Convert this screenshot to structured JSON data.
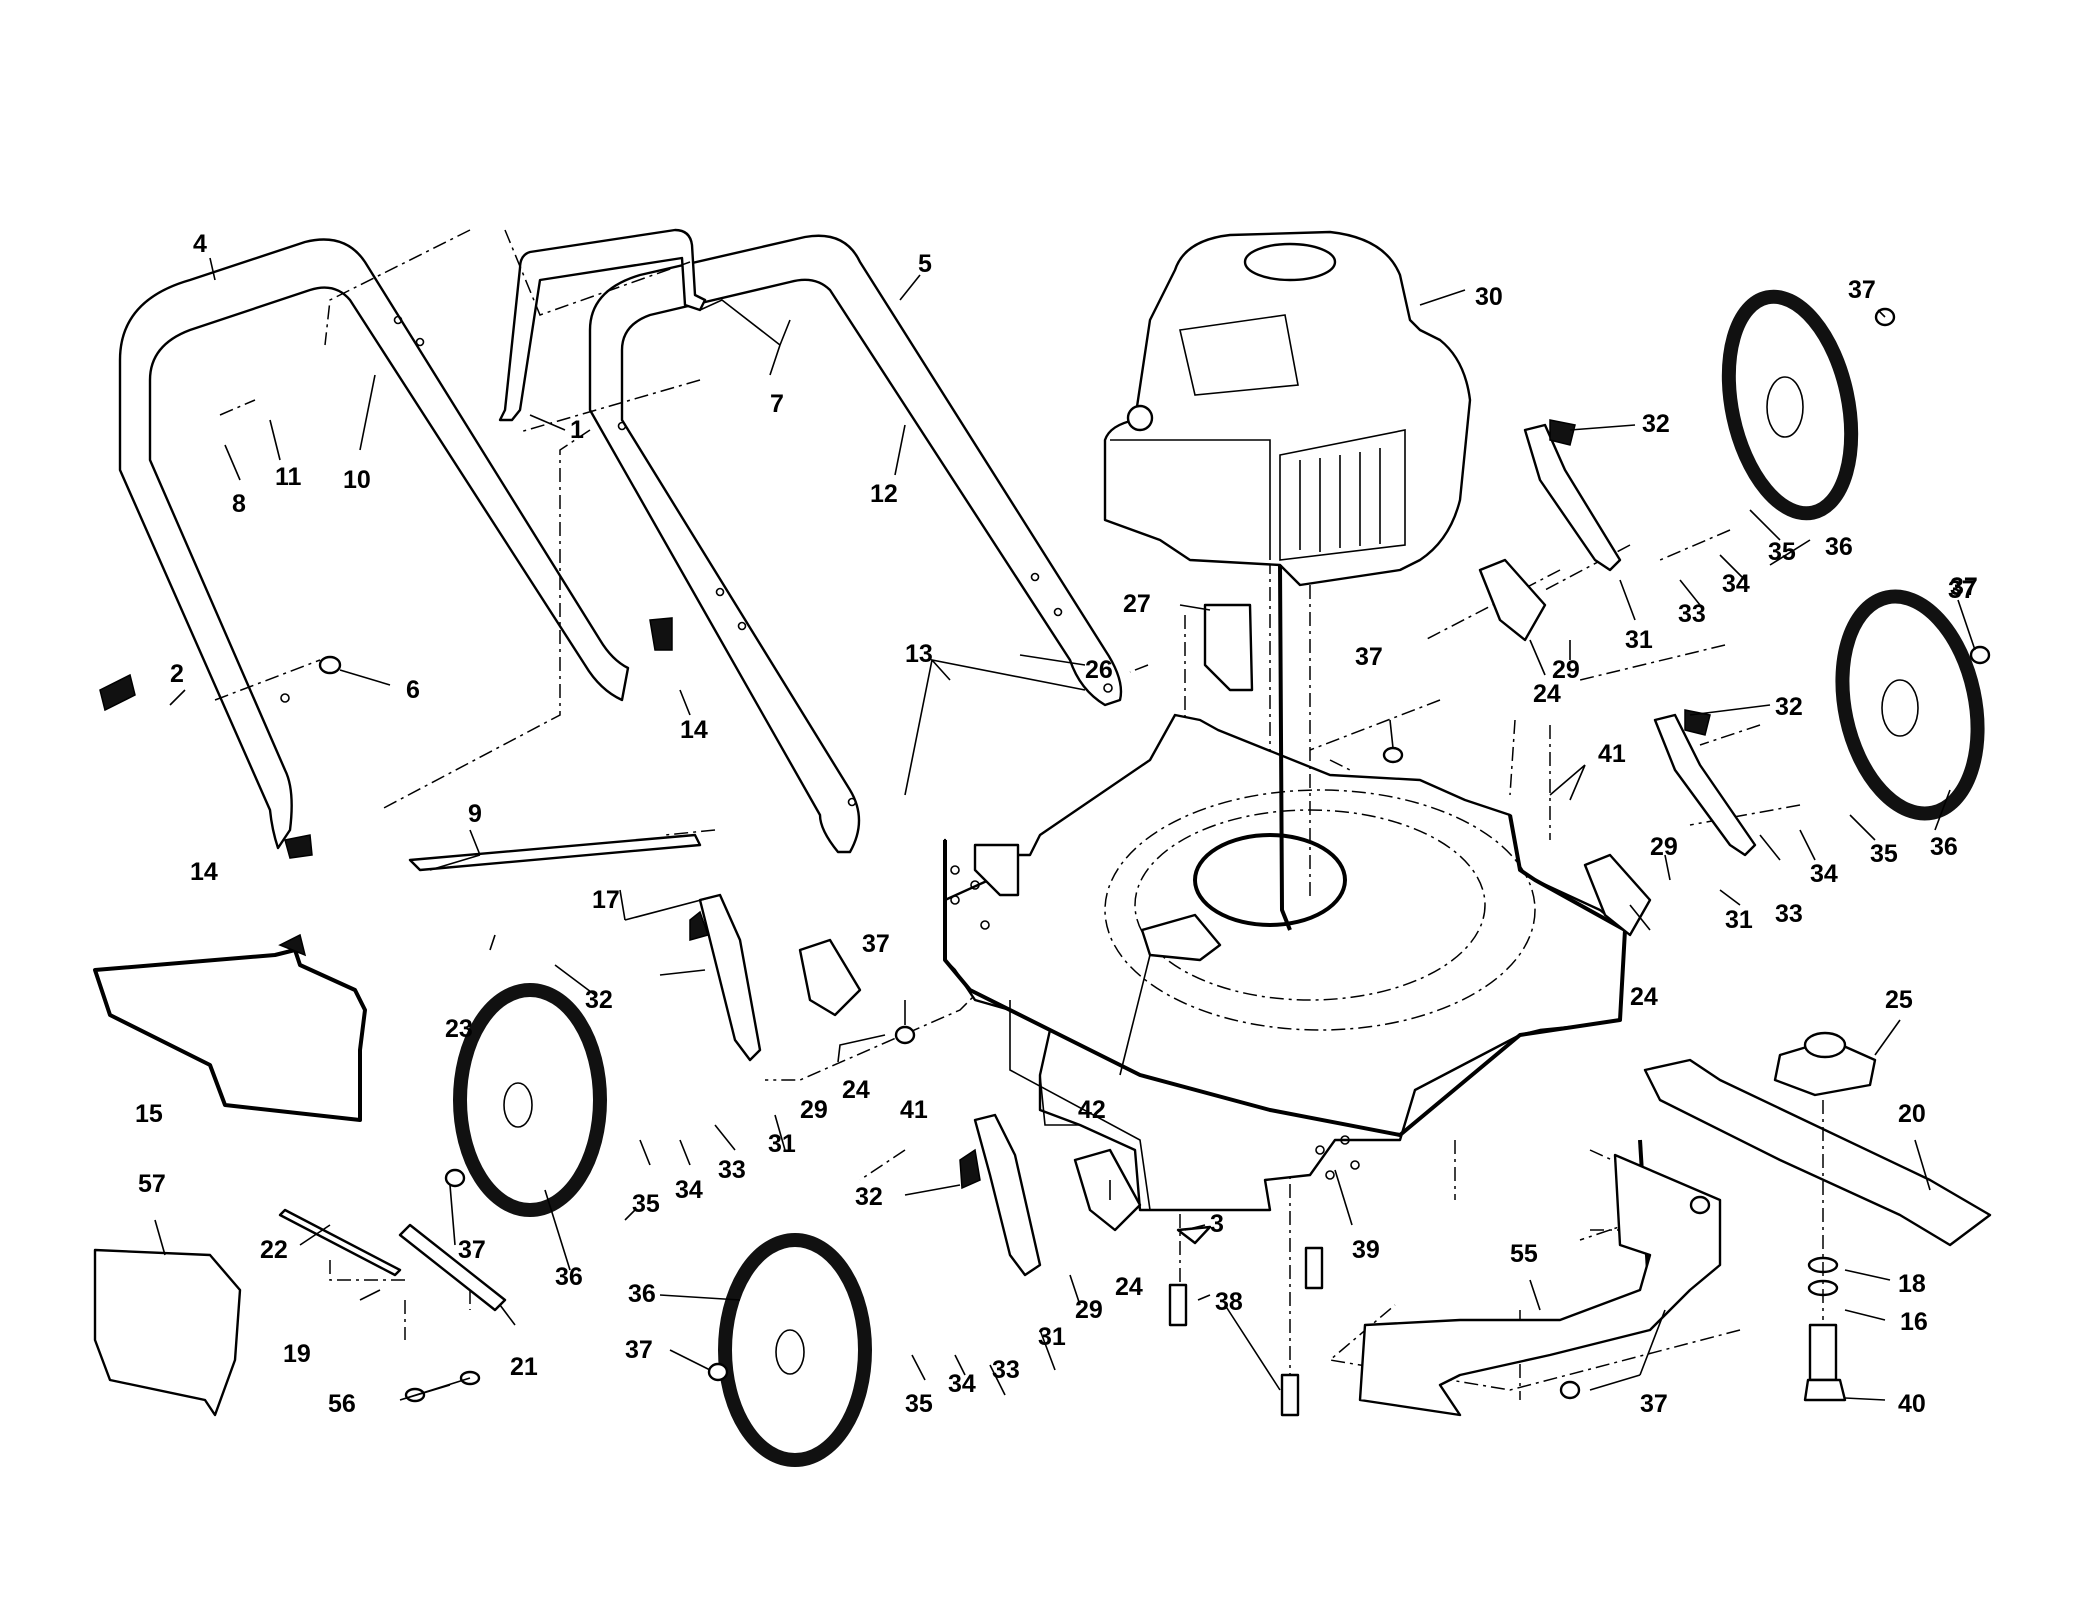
{
  "diagram": {
    "type": "exploded-parts-diagram",
    "callouts": [
      {
        "id": "c4a",
        "text": "4"
      },
      {
        "id": "c1",
        "text": "1"
      },
      {
        "id": "c5",
        "text": "5"
      },
      {
        "id": "c7",
        "text": "7"
      },
      {
        "id": "c11",
        "text": "11"
      },
      {
        "id": "c8",
        "text": "8"
      },
      {
        "id": "c10",
        "text": "10"
      },
      {
        "id": "c12",
        "text": "12"
      },
      {
        "id": "c30",
        "text": "30"
      },
      {
        "id": "c37a",
        "text": "37"
      },
      {
        "id": "c32a",
        "text": "32"
      },
      {
        "id": "c35a",
        "text": "35"
      },
      {
        "id": "c36a",
        "text": "36"
      },
      {
        "id": "c34a",
        "text": "34"
      },
      {
        "id": "c33a",
        "text": "33"
      },
      {
        "id": "c31a",
        "text": "31"
      },
      {
        "id": "c29a",
        "text": "29"
      },
      {
        "id": "c24a",
        "text": "24"
      },
      {
        "id": "c37b",
        "text": "37"
      },
      {
        "id": "c27",
        "text": "27"
      },
      {
        "id": "c2",
        "text": "2"
      },
      {
        "id": "c6",
        "text": "6"
      },
      {
        "id": "c14a",
        "text": "14"
      },
      {
        "id": "c13",
        "text": "13"
      },
      {
        "id": "c37c",
        "text": "37"
      },
      {
        "id": "c26",
        "text": "26"
      },
      {
        "id": "c41a",
        "text": "41"
      },
      {
        "id": "c37d",
        "text": "37"
      },
      {
        "id": "c32b",
        "text": "32"
      },
      {
        "id": "c29b",
        "text": "29"
      },
      {
        "id": "c36b",
        "text": "36"
      },
      {
        "id": "c35b",
        "text": "35"
      },
      {
        "id": "c34b",
        "text": "34"
      },
      {
        "id": "c33b",
        "text": "33"
      },
      {
        "id": "c31b",
        "text": "31"
      },
      {
        "id": "c14b",
        "text": "14"
      },
      {
        "id": "c9",
        "text": "9"
      },
      {
        "id": "c17",
        "text": "17"
      },
      {
        "id": "c37e",
        "text": "37"
      },
      {
        "id": "c32c",
        "text": "32"
      },
      {
        "id": "c23",
        "text": "23"
      },
      {
        "id": "c25",
        "text": "25"
      },
      {
        "id": "c24b",
        "text": "24"
      },
      {
        "id": "c15",
        "text": "15"
      },
      {
        "id": "c29c",
        "text": "29"
      },
      {
        "id": "c24c",
        "text": "24"
      },
      {
        "id": "c41b",
        "text": "41"
      },
      {
        "id": "c42",
        "text": "42"
      },
      {
        "id": "c20",
        "text": "20"
      },
      {
        "id": "c31c",
        "text": "31"
      },
      {
        "id": "c35c",
        "text": "35"
      },
      {
        "id": "c34c",
        "text": "34"
      },
      {
        "id": "c33c",
        "text": "33"
      },
      {
        "id": "c57",
        "text": "57"
      },
      {
        "id": "c32d",
        "text": "32"
      },
      {
        "id": "c3",
        "text": "3"
      },
      {
        "id": "c22",
        "text": "22"
      },
      {
        "id": "c37f",
        "text": "37"
      },
      {
        "id": "c39",
        "text": "39"
      },
      {
        "id": "c55",
        "text": "55"
      },
      {
        "id": "c36c",
        "text": "36"
      },
      {
        "id": "c24d",
        "text": "24"
      },
      {
        "id": "c36d",
        "text": "36"
      },
      {
        "id": "c29d",
        "text": "29"
      },
      {
        "id": "c18",
        "text": "18"
      },
      {
        "id": "c19",
        "text": "19"
      },
      {
        "id": "c21",
        "text": "21"
      },
      {
        "id": "c38",
        "text": "38"
      },
      {
        "id": "c16",
        "text": "16"
      },
      {
        "id": "c37g",
        "text": "37"
      },
      {
        "id": "c31d",
        "text": "31"
      },
      {
        "id": "c33d",
        "text": "33"
      },
      {
        "id": "c56",
        "text": "56"
      },
      {
        "id": "c35d",
        "text": "35"
      },
      {
        "id": "c34d",
        "text": "34"
      },
      {
        "id": "c37h",
        "text": "37"
      },
      {
        "id": "c40",
        "text": "40"
      }
    ]
  }
}
